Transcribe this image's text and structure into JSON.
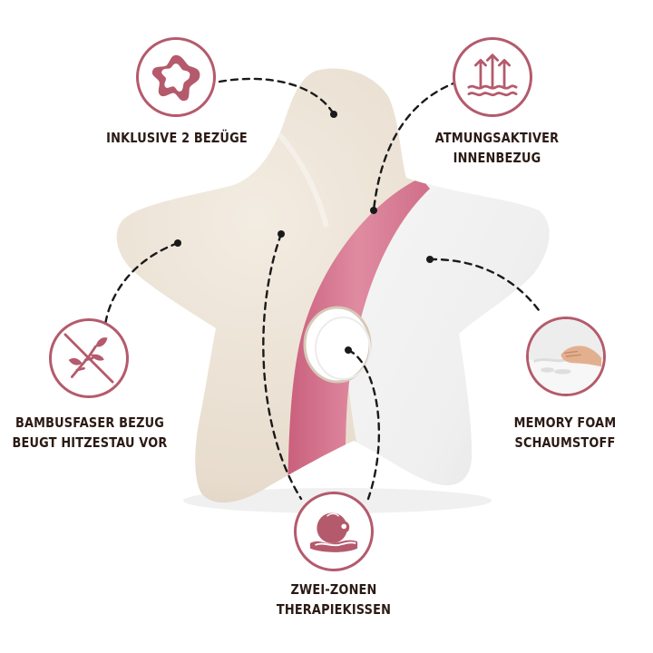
{
  "colors": {
    "accent": "#b45a6c",
    "text": "#2b1a14",
    "pillow_bamboo": "#ece3d6",
    "pillow_mesh": "#d97a93",
    "pillow_memory_foam": "#f4f4f4"
  },
  "features": [
    {
      "icon": "star-blob-icon",
      "lines": [
        "INKLUSIVE 2 BEZÜGE"
      ]
    },
    {
      "icon": "waves-arrows-icon",
      "lines": [
        "ATMUNGSAKTIVER",
        "INNENBEZUG"
      ]
    },
    {
      "icon": "bamboo-icon",
      "lines": [
        "BAMBUSFASER BEZUG",
        "BEUGT HITZESTAU VOR"
      ]
    },
    {
      "icon": "memory-foam-hand-icon",
      "lines": [
        "MEMORY FOAM",
        "SCHAUMSTOFF"
      ]
    },
    {
      "icon": "baby-head-icon",
      "lines": [
        "ZWEI-ZONEN",
        "THERAPIEKISSEN"
      ]
    }
  ]
}
